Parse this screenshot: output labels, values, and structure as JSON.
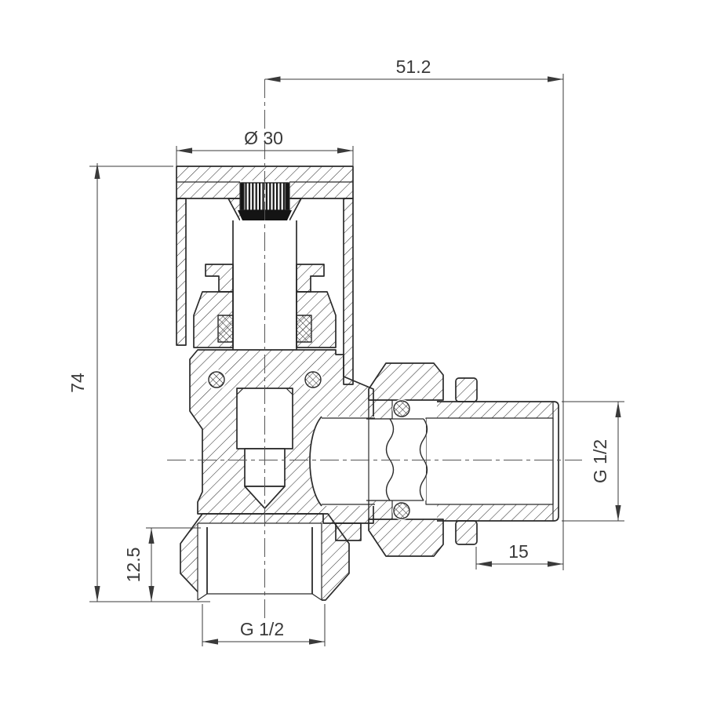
{
  "colors": {
    "background": "#ffffff",
    "line": "#2b2b2b",
    "dimension": "#3a3a3a"
  },
  "dimensions": {
    "top_width": {
      "label": "51.2"
    },
    "cap_diameter": {
      "label": "Ø 30"
    },
    "overall_height": {
      "label": "74"
    },
    "bottom_nut_height": {
      "label": "12.5"
    },
    "bottom_thread": {
      "label": "G 1/2"
    },
    "outlet_thread": {
      "label": "G 1/2"
    },
    "outlet_thread_length": {
      "label": "15"
    }
  }
}
